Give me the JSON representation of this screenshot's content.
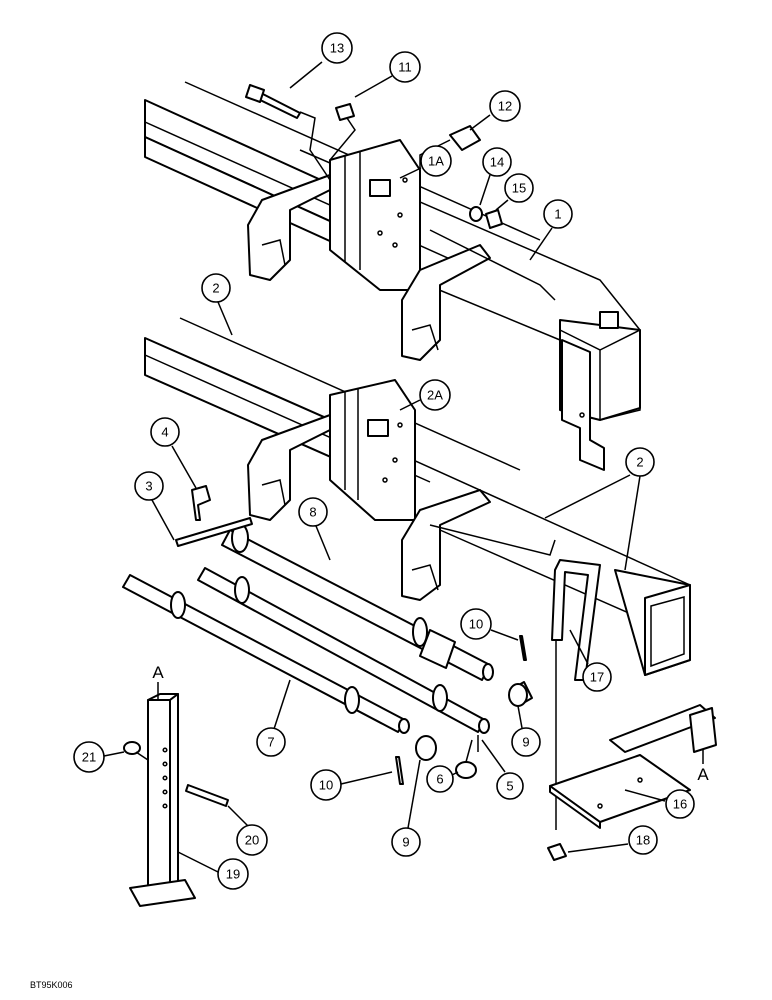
{
  "figure_code": "BT95K006",
  "view_marker": "A",
  "callouts": [
    {
      "id": "c13",
      "label": "13"
    },
    {
      "id": "c11",
      "label": "11"
    },
    {
      "id": "c12",
      "label": "12"
    },
    {
      "id": "c1A",
      "label": "1A"
    },
    {
      "id": "c14",
      "label": "14"
    },
    {
      "id": "c15",
      "label": "15"
    },
    {
      "id": "c1",
      "label": "1"
    },
    {
      "id": "c2a",
      "label": "2"
    },
    {
      "id": "c2A",
      "label": "2A"
    },
    {
      "id": "c4",
      "label": "4"
    },
    {
      "id": "c3",
      "label": "3"
    },
    {
      "id": "c8",
      "label": "8"
    },
    {
      "id": "c2b",
      "label": "2"
    },
    {
      "id": "c10a",
      "label": "10"
    },
    {
      "id": "c17",
      "label": "17"
    },
    {
      "id": "c9a",
      "label": "9"
    },
    {
      "id": "c7",
      "label": "7"
    },
    {
      "id": "c21",
      "label": "21"
    },
    {
      "id": "c6",
      "label": "6"
    },
    {
      "id": "c5",
      "label": "5"
    },
    {
      "id": "c10b",
      "label": "10"
    },
    {
      "id": "c16",
      "label": "16"
    },
    {
      "id": "c9b",
      "label": "9"
    },
    {
      "id": "c20",
      "label": "20"
    },
    {
      "id": "c18",
      "label": "18"
    },
    {
      "id": "c19",
      "label": "19"
    }
  ]
}
